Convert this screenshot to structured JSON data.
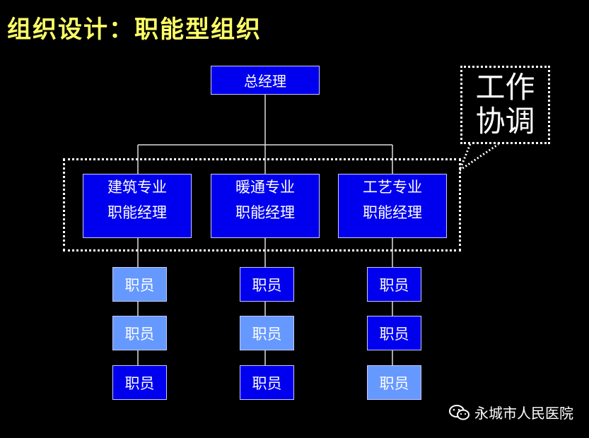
{
  "title": "组织设计：职能型组织",
  "top_box": "总经理",
  "managers": [
    {
      "line1": "建筑专业",
      "line2": "职能经理"
    },
    {
      "line1": "暖通专业",
      "line2": "职能经理"
    },
    {
      "line1": "工艺专业",
      "line2": "职能经理"
    }
  ],
  "staff_label": "职员",
  "callout": {
    "line1": "工作",
    "line2": "协调"
  },
  "watermark": "永城市人民医院",
  "colors": {
    "title": "#ffff66",
    "dark_box": "#0000ee",
    "light_box": "#6699ff"
  }
}
